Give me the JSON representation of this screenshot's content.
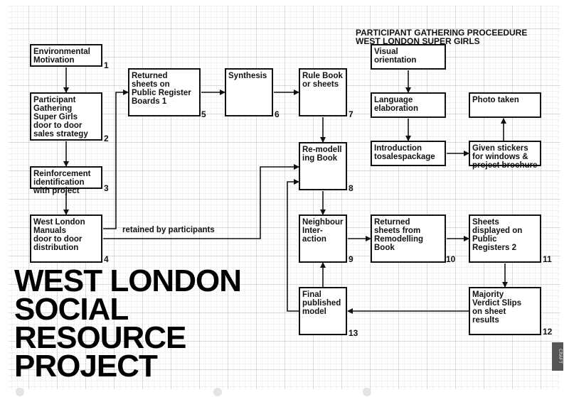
{
  "header": {
    "line1": "PARTICIPANT GATHERING PROCEEDURE",
    "line2": "WEST LONDON SUPER GIRLS"
  },
  "title": {
    "line1": "WEST LONDON",
    "line2": "SOCIAL",
    "line3": "RESOURCE",
    "line4": "PROJECT"
  },
  "nodes": [
    {
      "id": "n1",
      "label": "Environmental\nMotivation",
      "num": "1"
    },
    {
      "id": "n2",
      "label": "Participant\nGathering\nSuper Girls\ndoor to door\nsales strategy",
      "num": "2"
    },
    {
      "id": "n3",
      "label": "Reinforcement\nidentification\nwith project",
      "num": "3"
    },
    {
      "id": "n4",
      "label": "West London\nManuals\ndoor to door\ndistribution",
      "num": "4"
    },
    {
      "id": "n5",
      "label": "Returned\nsheets on\nPublic Register\nBoards 1",
      "num": "5"
    },
    {
      "id": "n6",
      "label": "Synthesis",
      "num": "6"
    },
    {
      "id": "n7",
      "label": "Rule Book\nor sheets",
      "num": "7"
    },
    {
      "id": "n8",
      "label": "Re-modell\ning Book",
      "num": "8"
    },
    {
      "id": "n9",
      "label": "Neighbour\nInter-\naction",
      "num": "9"
    },
    {
      "id": "n10",
      "label": "Returned\nsheets from\nRemodelling\nBook",
      "num": "10"
    },
    {
      "id": "n11",
      "label": "Sheets\ndisplayed on\nPublic\nRegisters 2",
      "num": "11"
    },
    {
      "id": "n12",
      "label": "Majority\nVerdict Slips\non sheet\nresults",
      "num": "12"
    },
    {
      "id": "n13",
      "label": "Final\npublished\nmodel",
      "num": "13"
    },
    {
      "id": "va",
      "label": "Visual\norientation",
      "num": ""
    },
    {
      "id": "le",
      "label": "Language\nelaboration",
      "num": ""
    },
    {
      "id": "it",
      "label": "Introduction\ntosalespackage",
      "num": ""
    },
    {
      "id": "gs",
      "label": "Given stickers\nfor windows &\nproject brochure",
      "num": ""
    },
    {
      "id": "pt",
      "label": "Photo taken",
      "num": ""
    }
  ],
  "edges": [
    {
      "from": "n1",
      "to": "n2"
    },
    {
      "from": "n2",
      "to": "n3"
    },
    {
      "from": "n3",
      "to": "n4"
    },
    {
      "from": "n4",
      "to": "n5"
    },
    {
      "from": "n5",
      "to": "n6"
    },
    {
      "from": "n6",
      "to": "n7"
    },
    {
      "from": "n7",
      "to": "n8"
    },
    {
      "from": "n4",
      "to": "n8",
      "label": "retained by participants"
    },
    {
      "from": "n8",
      "to": "n9"
    },
    {
      "from": "n9",
      "to": "n10"
    },
    {
      "from": "n10",
      "to": "n11"
    },
    {
      "from": "n11",
      "to": "n12"
    },
    {
      "from": "n12",
      "to": "n13"
    },
    {
      "from": "n13",
      "to": "n9"
    },
    {
      "from": "n13",
      "to": "n8"
    },
    {
      "from": "va",
      "to": "le"
    },
    {
      "from": "le",
      "to": "it"
    },
    {
      "from": "it",
      "to": "gs"
    },
    {
      "from": "gs",
      "to": "pt"
    }
  ]
}
